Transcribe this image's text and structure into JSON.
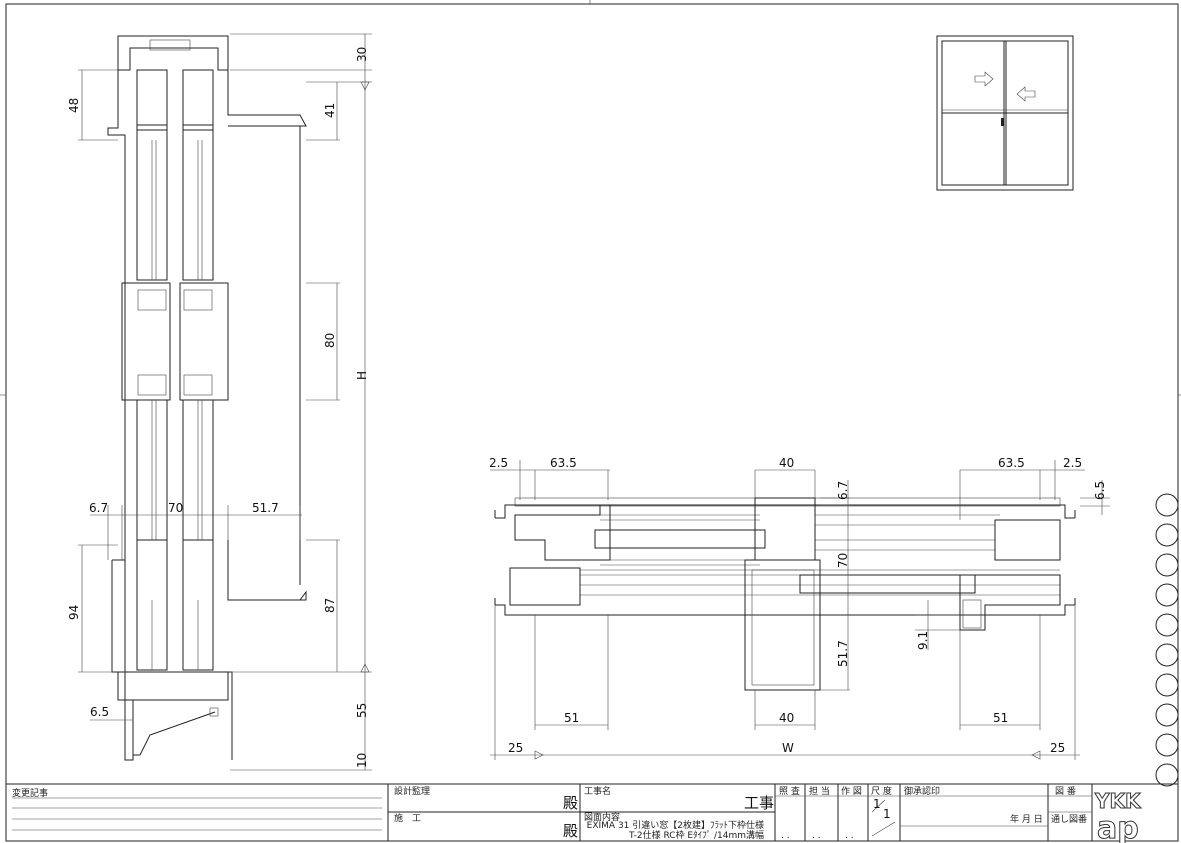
{
  "vertical_section": {
    "dims": {
      "top_30": "30",
      "left_48": "48",
      "right_41": "41",
      "right_80": "80",
      "height_H": "H",
      "left_94": "94",
      "right_87": "87",
      "bottom_55": "55",
      "bottom_10": "10",
      "w_6_7": "6.7",
      "w_70": "70",
      "w_51_7": "51.7",
      "w_6_5": "6.5"
    }
  },
  "horizontal_section": {
    "dims": {
      "l_2_5": "2.5",
      "l_63_5": "63.5",
      "c_40_top": "40",
      "r_63_5": "63.5",
      "r_2_5": "2.5",
      "r_6_5": "6.5",
      "c_6_7": "6.7",
      "c_70": "70",
      "r_9_1": "9.1",
      "c_51_7": "51.7",
      "l_51": "51",
      "c_40_bottom": "40",
      "r_51": "51",
      "l_25": "25",
      "width_W": "W",
      "r_25": "25"
    }
  },
  "title_block": {
    "change_record": "変更記事",
    "design_supervision": "設計監理",
    "construction": "施　工",
    "honorific_1": "殿",
    "honorific_2": "殿",
    "project_name_label": "工事名",
    "project_suffix": "工事",
    "drawing_content_label": "図面内容",
    "drawing_content_line1": "EXIMA 31 引違い窓【2枚建】ﾌﾗｯﾄ下枠仕様",
    "drawing_content_line2": "T-2仕様 RC枠 Eﾀｲﾌﾟ /14mm溝幅",
    "check": "照 査",
    "in_charge": "担 当",
    "drafting": "作 図",
    "scale": "尺 度",
    "scale_num": "1",
    "scale_den": "1",
    "approval_seal": "御承認印",
    "date": "年 月 日",
    "drawing_number": "図 番",
    "serial_number": "通し図番",
    "dots": ". ."
  },
  "logo": {
    "line1": "YKK",
    "line2": "ap"
  }
}
